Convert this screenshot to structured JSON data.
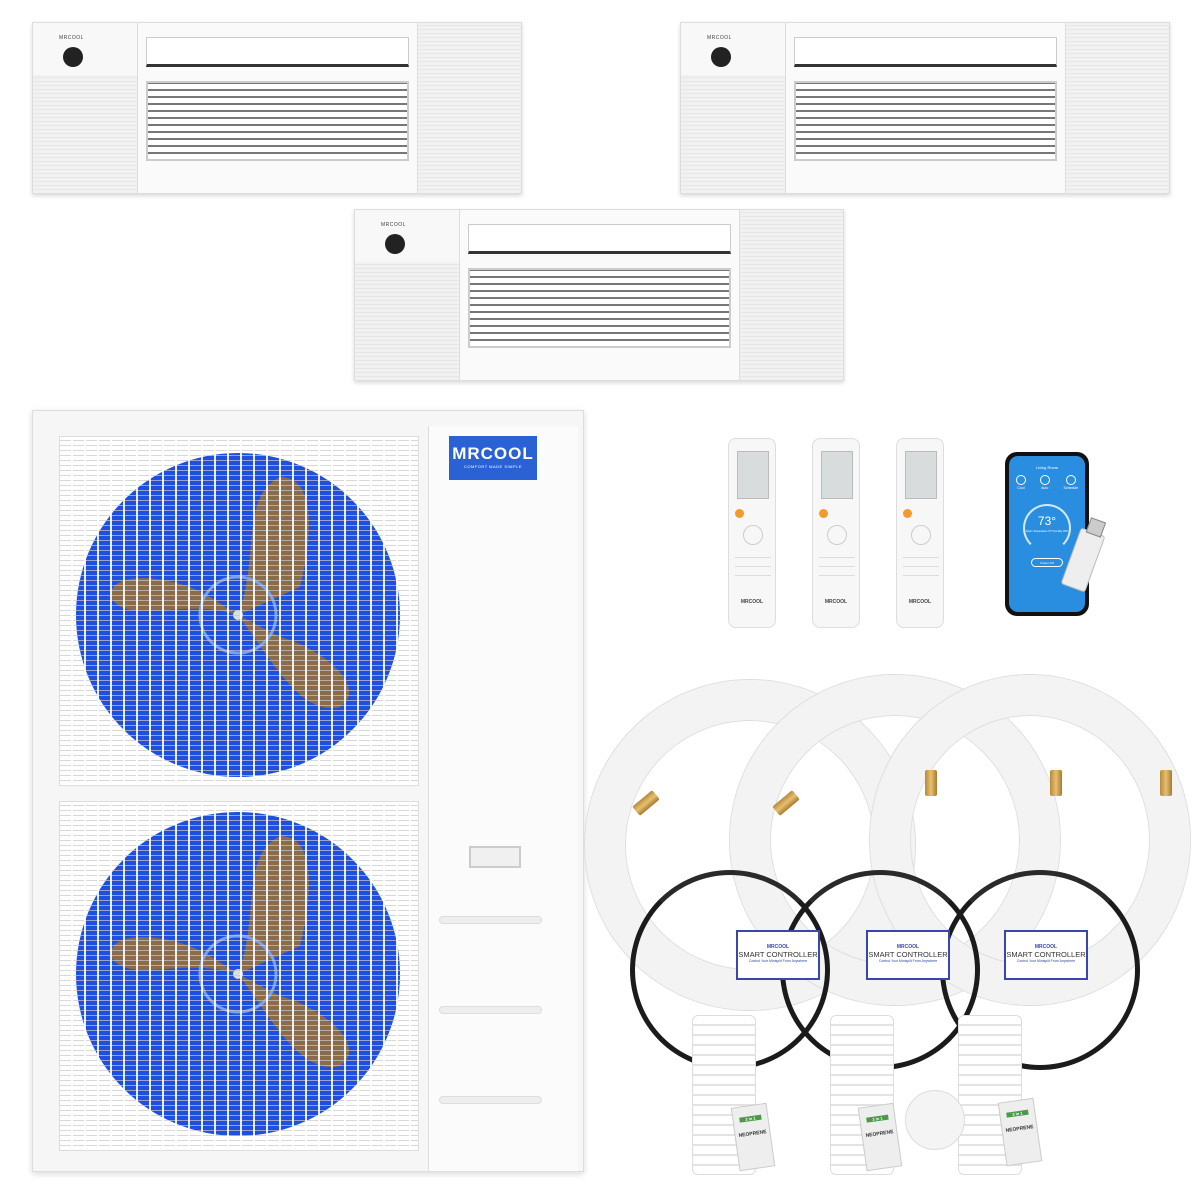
{
  "indoor_units": [
    {
      "brand": "MRCOOL"
    },
    {
      "brand": "MRCOOL"
    },
    {
      "brand": "MRCOOL"
    }
  ],
  "outdoor_unit": {
    "logo": "MRCOOL",
    "tagline": "COMFORT MADE SIMPLE"
  },
  "remotes": [
    {
      "brand": "MRCOOL"
    },
    {
      "brand": "MRCOOL"
    },
    {
      "brand": "MRCOOL"
    }
  ],
  "phone_app": {
    "room": "Living Room",
    "modes": [
      "Cool",
      "Auto",
      "Schedule"
    ],
    "temperature": "73°",
    "detail": "Room Temperature 75° Humidity 45%",
    "power_button": "Power Off"
  },
  "smart_controller_boxes": [
    {
      "brand": "MRCOOL",
      "title": "SMART CONTROLLER",
      "subtitle": "Control Your Minisplit From Anywhere"
    },
    {
      "brand": "MRCOOL",
      "title": "SMART CONTROLLER",
      "subtitle": "Control Your Minisplit From Anywhere"
    },
    {
      "brand": "MRCOOL",
      "title": "SMART CONTROLLER",
      "subtitle": "Control Your Minisplit From Anywhere"
    }
  ],
  "packets": [
    {
      "label": "NEOPRENE"
    },
    {
      "label": "NEOPRENE"
    },
    {
      "label": "NEOPRENE"
    }
  ],
  "colors": {
    "fan_blue": "#1f4fe0",
    "blade_brown": "#8a6b4a",
    "logo_blue": "#2a62d6",
    "app_blue": "#2a8ee0"
  }
}
